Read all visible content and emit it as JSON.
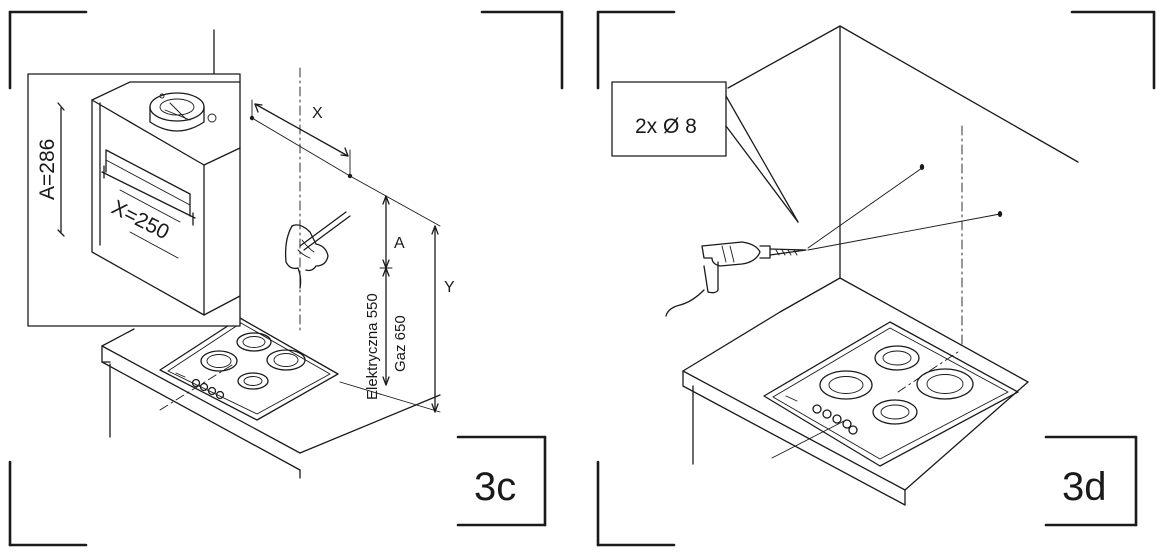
{
  "panels": [
    {
      "id": "3c",
      "step_label": "3c",
      "labels": {
        "a_dim": "A=286",
        "x_dim": "X=250",
        "x": "X",
        "a": "A",
        "y": "Y",
        "electric": "Elektryczna 550",
        "gas": "Gaz 650"
      }
    },
    {
      "id": "3d",
      "step_label": "3d",
      "labels": {
        "drill": "2x Ø 8"
      }
    }
  ],
  "icons": [
    "hand-pencil-icon",
    "drill-icon",
    "hob-icon",
    "hood-icon"
  ]
}
